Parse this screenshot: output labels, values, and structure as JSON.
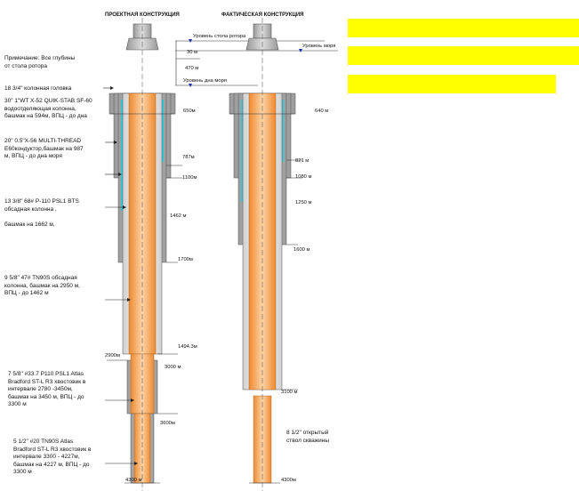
{
  "headers": {
    "design": "ПРОЕКТНАЯ КОНСТРУКЦИЯ",
    "actual": "ФАКТИЧЕСКАЯ КОНСТРУКЦИЯ"
  },
  "note": "Примечание: Все глубины\nот стола ротора",
  "levels": {
    "table_level": "Уровень стола ротора",
    "sea_level": "Уровень моря",
    "seabed_level": "Уровень дна моря",
    "air_gap": "30 м",
    "water_depth": "470 м"
  },
  "left_labels": {
    "wellhead": "18 3/4\" колонная головка",
    "conductor": "30\" 1\"WT X-52 QUIK-STAB SF-60\nводоотделяющая колонна,\nбашмак на 594м, ВПЦ - до дна",
    "surface": "20\" 0.5\"X-56 MULTI-THREAD\nE60кондуктор,башмак на 987\nм, ВПЦ - до дна  моря",
    "intermediate": "13 3/8\" 68# P-110 PSL1 BTS\nобсадная колонна ,\n\nбашмак на 1662 м,",
    "production": "9 5/8\" 47# TN90S обсадная\nколонна, башмак на 2950 м,\nВПЦ - до 1462 м",
    "liner7": "7 5/8\" #33.7 P110 PSL1 Atlas\nBradford ST-L R3 хвостовик в\nинтервале 2780 -3450м,\nбашмак на 3450 м, ВПЦ - до\n3300 м",
    "liner5": "5 1/2\" #20 TN90S Atlas\nBradford ST-L R3 хвостовик в\nинтервале 3300 - 4227м,\nбашмак на 4227 м, ВПЦ - до\n3300 м"
  },
  "design_depths": {
    "d650": "650м",
    "d787": "787м",
    "d1100": "1100м",
    "d1462": "1462 м",
    "d1700": "1700м",
    "d1494": "1494.3м",
    "d2900": "2900м",
    "d3000": "3000 м",
    "d3600": "3600м",
    "d4300": "4300 м"
  },
  "actual_depths": {
    "a640": "640 м",
    "a821": "821 м",
    "a1080": "1080 м",
    "a1250": "1250 м",
    "a1600": "1600 м",
    "a3100": "3100 м",
    "a4300": "4300м"
  },
  "open_hole": "8 1/2\" открытый\nствол скважины",
  "colors": {
    "casing_orange": "#f5a65b",
    "cement_cyan": "#33c9d9",
    "marker_yellow": "#ffff00",
    "sea_marker_blue": "#1a2fb0"
  }
}
